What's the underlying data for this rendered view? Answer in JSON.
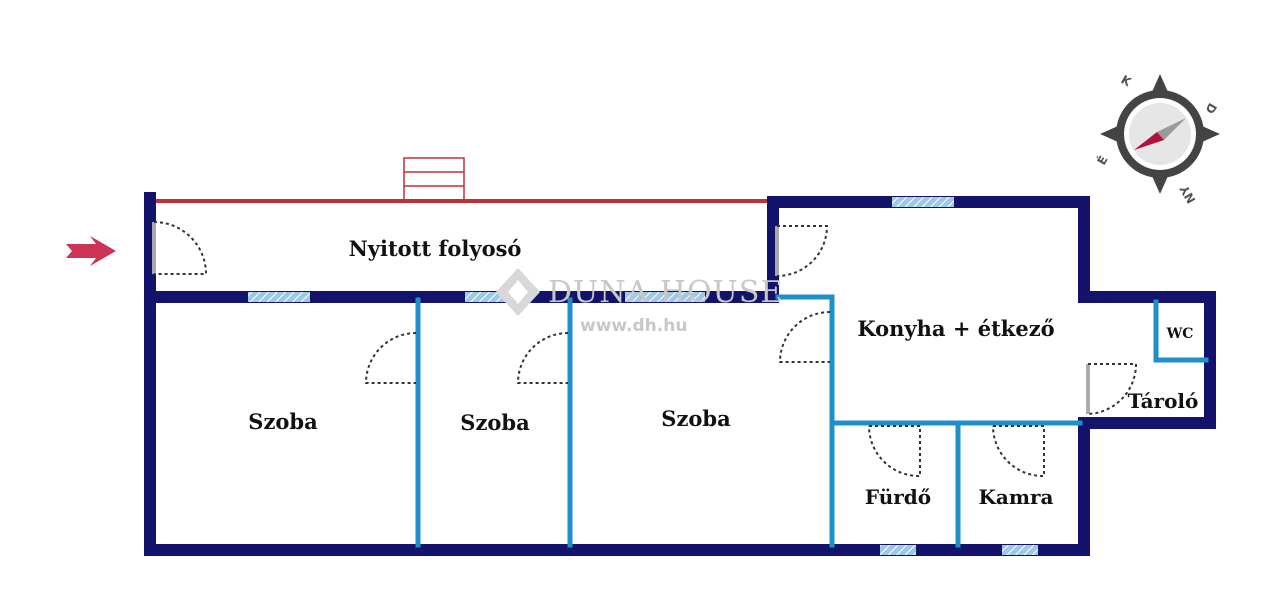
{
  "rooms": {
    "corridor": "Nyitott folyosó",
    "room1": "Szoba",
    "room2": "Szoba",
    "room3": "Szoba",
    "kitchen": "Konyha + étkező",
    "bath": "Fürdő",
    "pantry": "Kamra",
    "wc": "WC",
    "storage": "Tároló"
  },
  "watermark": {
    "brand": "DUNA HOUSE",
    "url": "www.dh.hu"
  },
  "compass": {
    "north": "É",
    "east": "K",
    "south": "D",
    "west": "NY"
  },
  "colors": {
    "outer_wall": "#13136b",
    "inner_wall": "#1f8fc7",
    "open_edge": "#c0303a",
    "window": "#9ec9e6",
    "entry_arrow": "#cc3355"
  },
  "icons": {
    "entry": "entry-arrow-icon",
    "compass": "compass-icon",
    "stairs": "stairs-icon"
  }
}
